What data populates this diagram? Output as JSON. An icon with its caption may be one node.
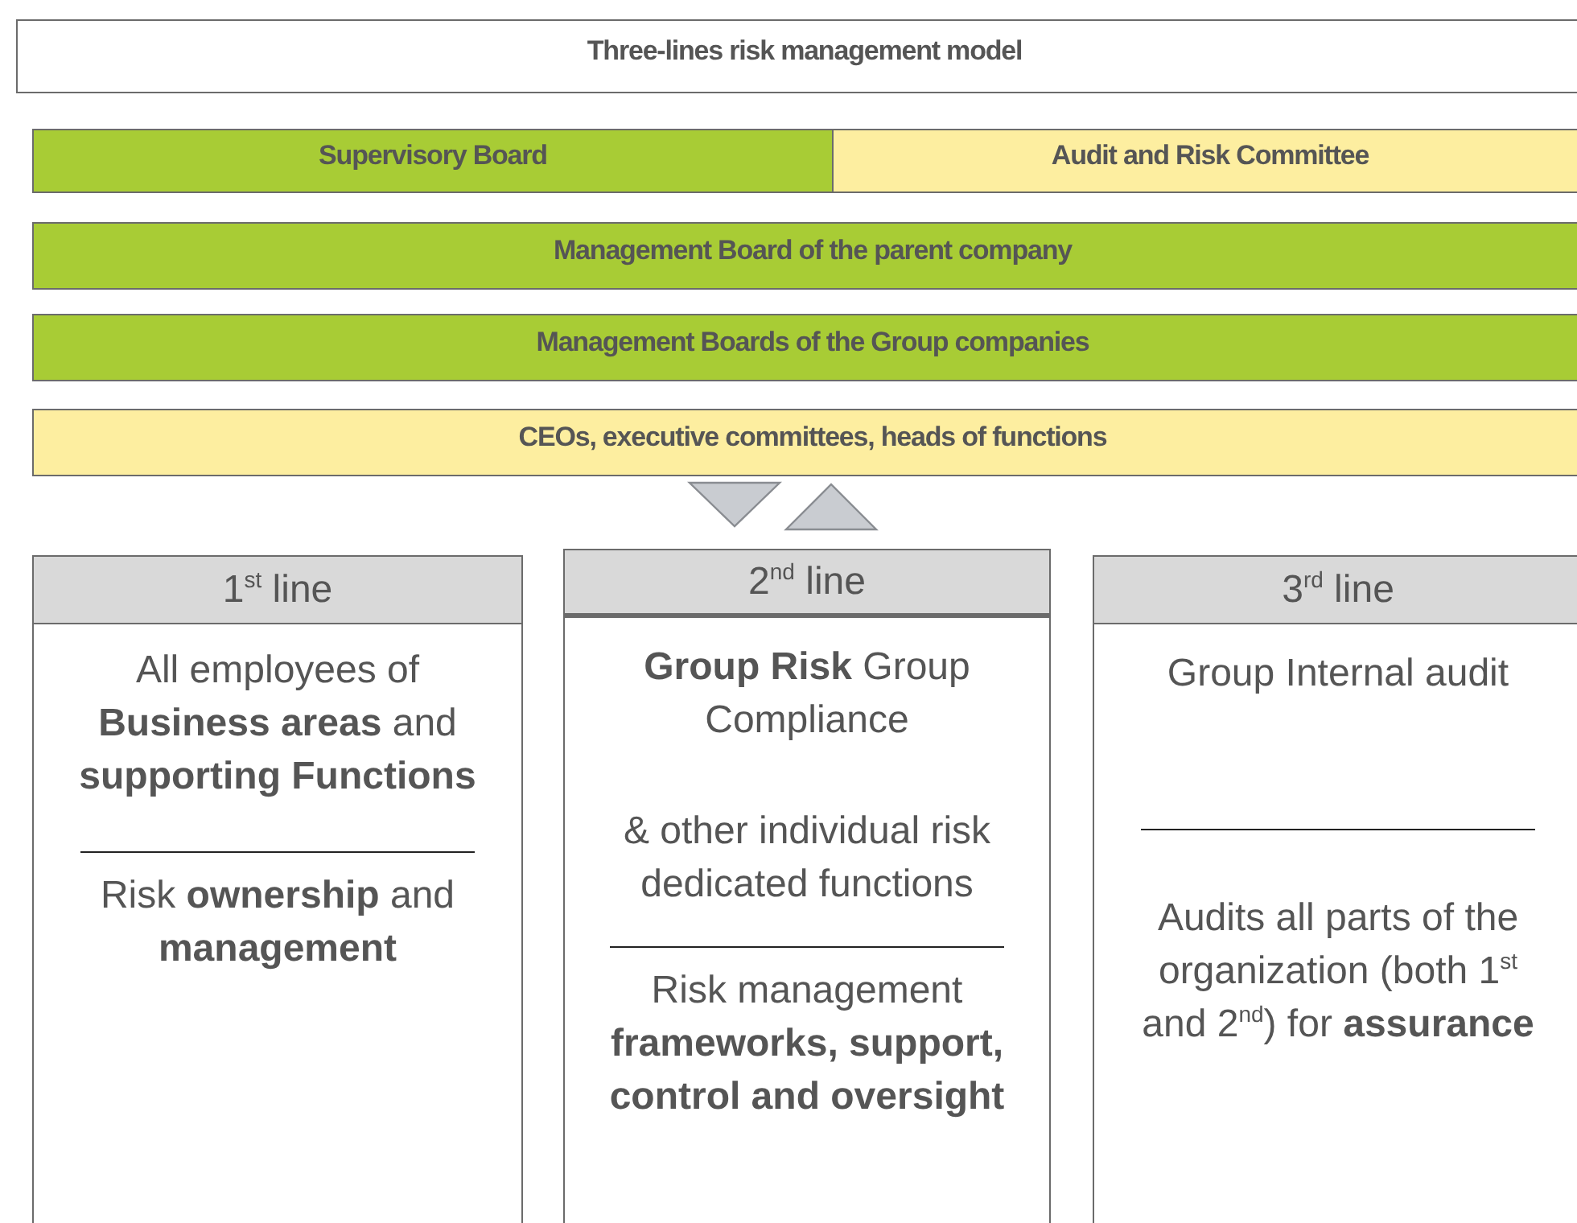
{
  "diagram": {
    "nodes": [
      {
        "text": [
          "Three-lines risk management model"
        ]
      },
      {
        "text": [
          "Supervisory Board"
        ]
      },
      {
        "text": [
          "Audit and Risk Committee"
        ]
      },
      {
        "text": [
          "Management Board of the parent company"
        ]
      },
      {
        "text": [
          "Management Boards of the Group companies"
        ]
      },
      {
        "text": [
          "CEOs, executive committees, heads of functions"
        ]
      },
      {
        "text": [
          "1$^{st}$ line",
          "All employees of **Business areas** and **supporting Functions**",
          "Risk **ownership** and **management**"
        ]
      },
      {
        "text": [
          "2$^{nd}$ line",
          "**Group Risk** Group Compliance",
          "& other individual risk dedicated functions",
          "Risk management **frameworks, support, control and oversight**"
        ]
      },
      {
        "text": [
          "3$^{rd}$ line",
          "Group Internal audit",
          "Audits all parts of the organization (both 1$^{st}$ and 2$^{nd}$) for **assurance**"
        ]
      }
    ],
    "edges": [
      {
        "from": 5,
        "to": 7,
        "arrow": "to"
      },
      {
        "from": 7,
        "to": 5,
        "arrow": "to"
      }
    ]
  }
}
